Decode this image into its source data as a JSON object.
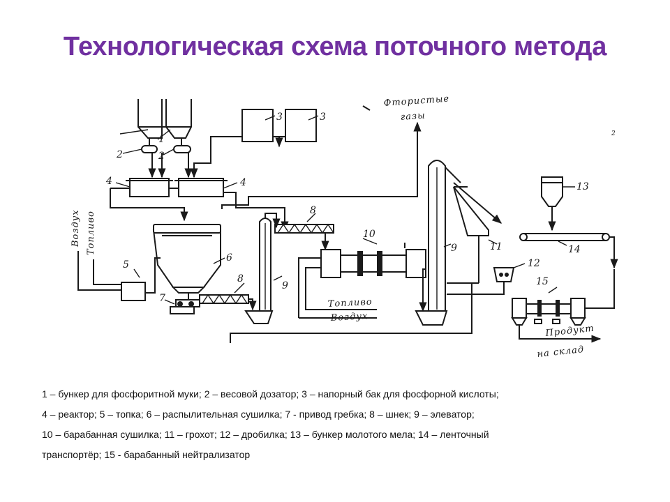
{
  "title": "Технологическая схема поточного метода",
  "diagram": {
    "numbers": {
      "n1": "1",
      "n2a": "2",
      "n2b": "2",
      "n3a": "3",
      "n3b": "3",
      "n4a": "4",
      "n4b": "4",
      "n5": "5",
      "n6": "6",
      "n7": "7",
      "n8a": "8",
      "n8b": "8",
      "n9a": "9",
      "n9b": "9",
      "n10": "10",
      "n11": "11",
      "n12": "12",
      "n13": "13",
      "n14": "14",
      "n15": "15",
      "corner": "2"
    },
    "labels": {
      "gases_line1": "Фтористые",
      "gases_line2": "газы",
      "air_left": "Воздух",
      "fuel_left": "Топливо",
      "fuel_mid": "Топливо",
      "air_mid": "Воздух",
      "product": "Продукт",
      "warehouse": "на склад"
    }
  },
  "legend": {
    "line1": "1 – бункер для фосфоритной муки; 2 – весовой дозатор; 3 – напорный бак для фосфорной кислоты;",
    "line2": "4 – реактор; 5 – топка; 6 – распылительная сушилка; 7 - привод гребка; 8 – шнек; 9 – элеватор;",
    "line3": "10 – барабанная сушилка; 11 – грохот; 12 – дробилка; 13 – бункер молотого мела; 14 – ленточный",
    "line4": "транспортёр; 15 - барабанный нейтрализатор"
  },
  "colors": {
    "title": "#7030a0",
    "ink": "#1a1a1a",
    "background": "#ffffff"
  }
}
